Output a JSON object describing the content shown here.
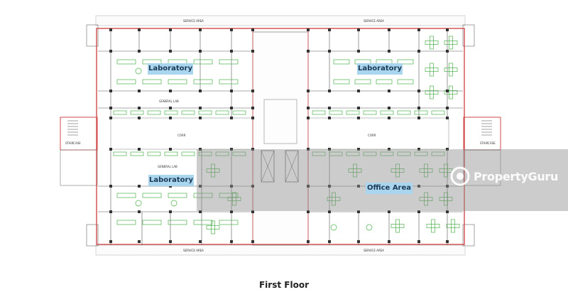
{
  "plan": {
    "caption": "First Floor",
    "zones": {
      "lab_top_left": "Laboratory",
      "lab_top_right": "Laboratory",
      "lab_bottom_left": "Laboratory",
      "office": "Office Area"
    },
    "small_labels": {
      "service_area_left": "SERVICE AREA",
      "service_area_right": "SERVICE AREA",
      "service_area_bottom_left": "SERVICE AREA",
      "service_area_bottom_right": "SERVICE AREA",
      "general_lab_1": "GENERAL LAB",
      "general_lab_2": "GENERAL LAB",
      "corridor_left": "CORR",
      "corridor_right": "CORR",
      "staircase_left": "STAIRCASE",
      "staircase_right": "STAIRCASE"
    },
    "colors": {
      "wall": "#d24a4a",
      "furniture": "#4db04d",
      "highlight_overlay": "#8f8f8f",
      "zone_label_bg": "#a9d6ee"
    }
  },
  "watermark": {
    "brand": "PropertyGuru",
    "icon": "propertyguru-logo-icon"
  }
}
